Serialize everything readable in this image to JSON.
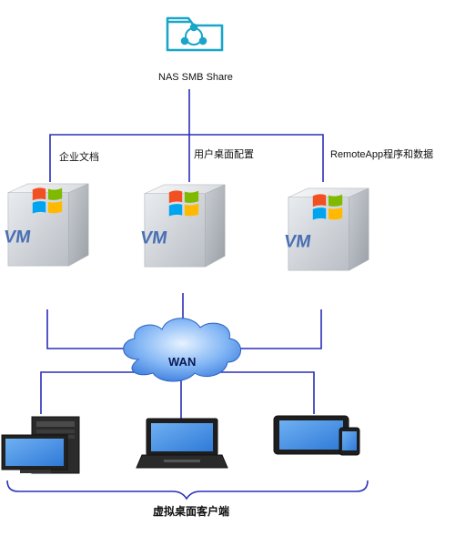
{
  "nas": {
    "label": "NAS SMB Share",
    "icon": "nas-folder-share-icon"
  },
  "vms": [
    {
      "label": "企业文档",
      "badge": "VM"
    },
    {
      "label": "用户桌面配置",
      "badge": "VM"
    },
    {
      "label": "RemoteApp程序和数据",
      "badge": "VM"
    }
  ],
  "network": {
    "label": "WAN"
  },
  "clients": {
    "label": "虚拟桌面客户端",
    "devices": [
      "desktop-pc-icon",
      "laptop-icon",
      "tablet-phone-icon"
    ]
  },
  "colors": {
    "line": "#2a2fb8",
    "nas_icon": "#19a6c8",
    "cloud": "#3e87e8"
  }
}
